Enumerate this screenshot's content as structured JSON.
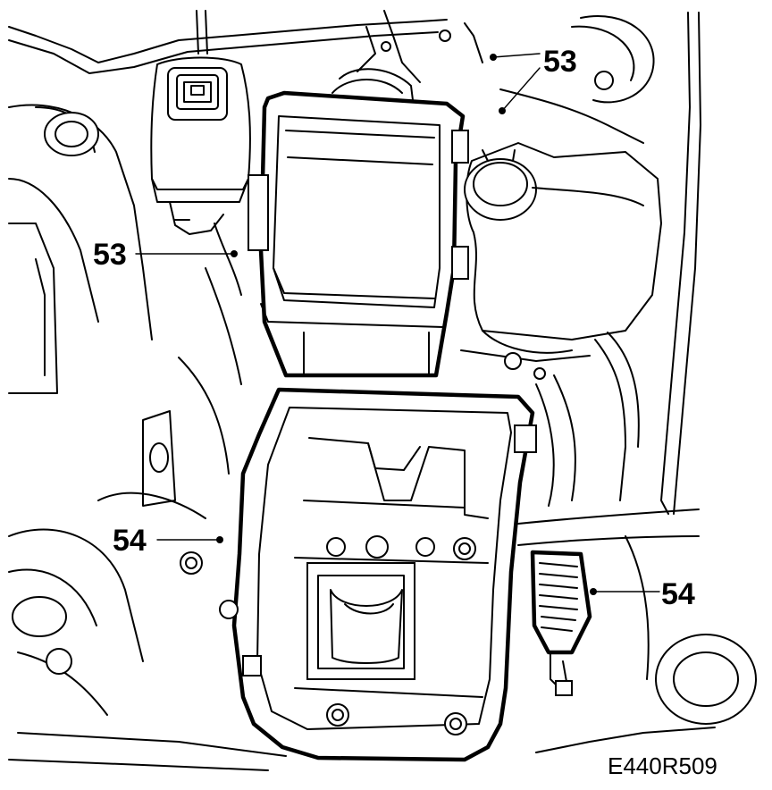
{
  "callouts": {
    "label_53_top": "53",
    "label_53_left": "53",
    "label_54_left": "54",
    "label_54_right": "54"
  },
  "figure_code": "E440R509",
  "colors": {
    "ink": "#000000",
    "paper": "#ffffff"
  }
}
